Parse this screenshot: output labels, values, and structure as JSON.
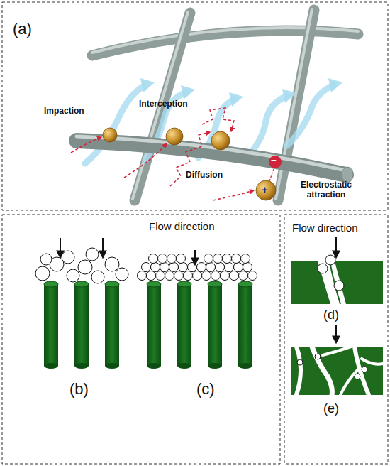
{
  "diagram": {
    "labels": [
      "(a)",
      "Impaction",
      "Interception",
      "Diffusion",
      "Electrostatic attraction",
      "−",
      "+",
      "Flow direction",
      "(b)",
      "(c)",
      "Flow direction",
      "(d)",
      "(e)"
    ]
  }
}
